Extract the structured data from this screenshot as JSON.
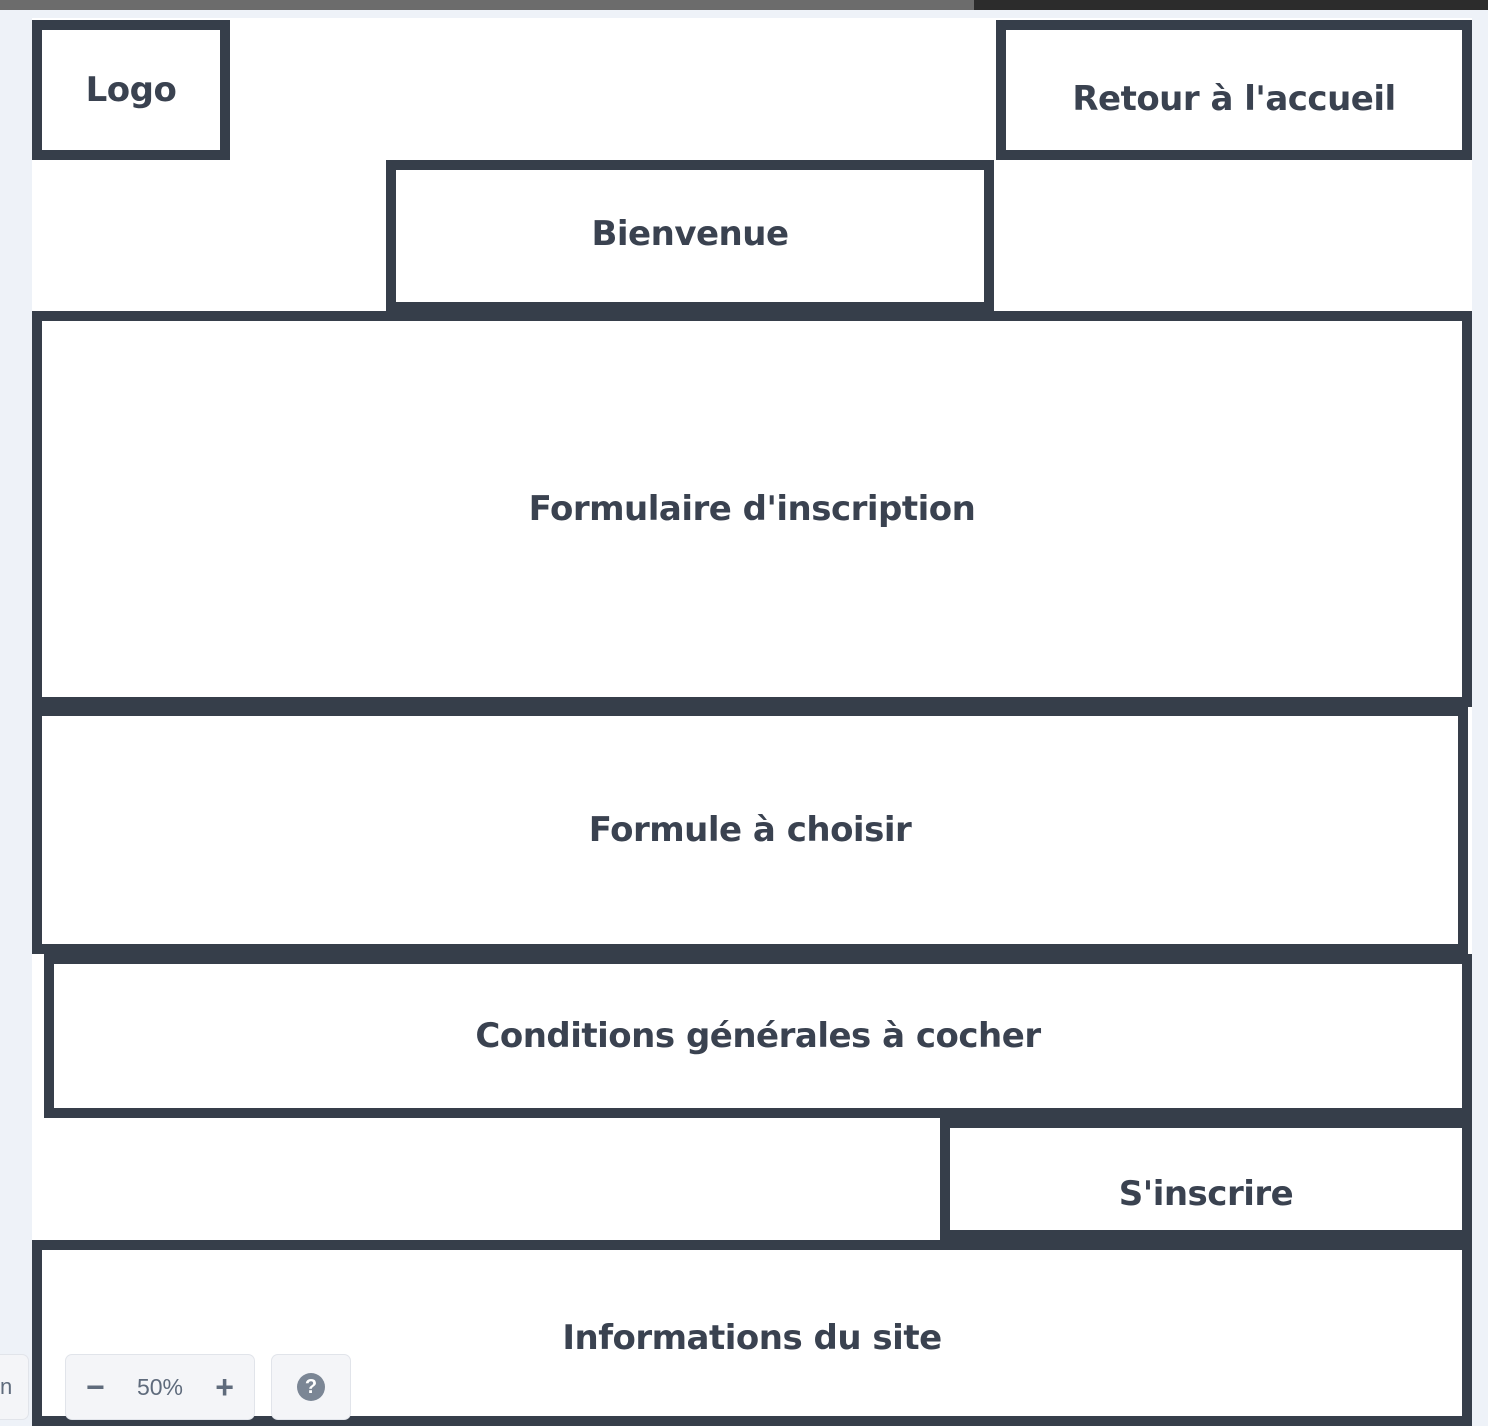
{
  "wireframe": {
    "logo": "Logo",
    "back_home": "Retour à l'accueil",
    "welcome": "Bienvenue",
    "registration_form": "Formulaire d'inscription",
    "plan_choice": "Formule à choisir",
    "terms_checkbox": "Conditions générales à cocher",
    "signup": "S'inscrire",
    "site_info": "Informations du site"
  },
  "toolbar": {
    "zoom_out_glyph": "−",
    "zoom_level": "50%",
    "zoom_in_glyph": "+",
    "help_glyph": "?",
    "left_stub_text": "n"
  },
  "colors": {
    "border": "#363e4a",
    "text": "#3a4250",
    "canvas_bg": "#eef2f8"
  }
}
